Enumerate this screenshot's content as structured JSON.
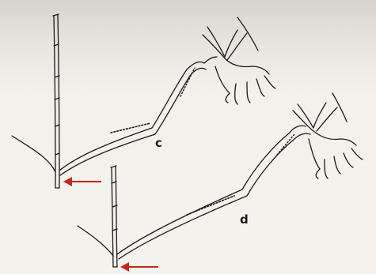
{
  "figure": {
    "panels": [
      {
        "id": "c",
        "label": "c"
      },
      {
        "id": "d",
        "label": "d"
      }
    ],
    "colors": {
      "paper": "#f3f1ec",
      "paper_top_band": "#d9d7d1",
      "ink": "#1a1a1a",
      "arrow": "#c0281e"
    }
  }
}
